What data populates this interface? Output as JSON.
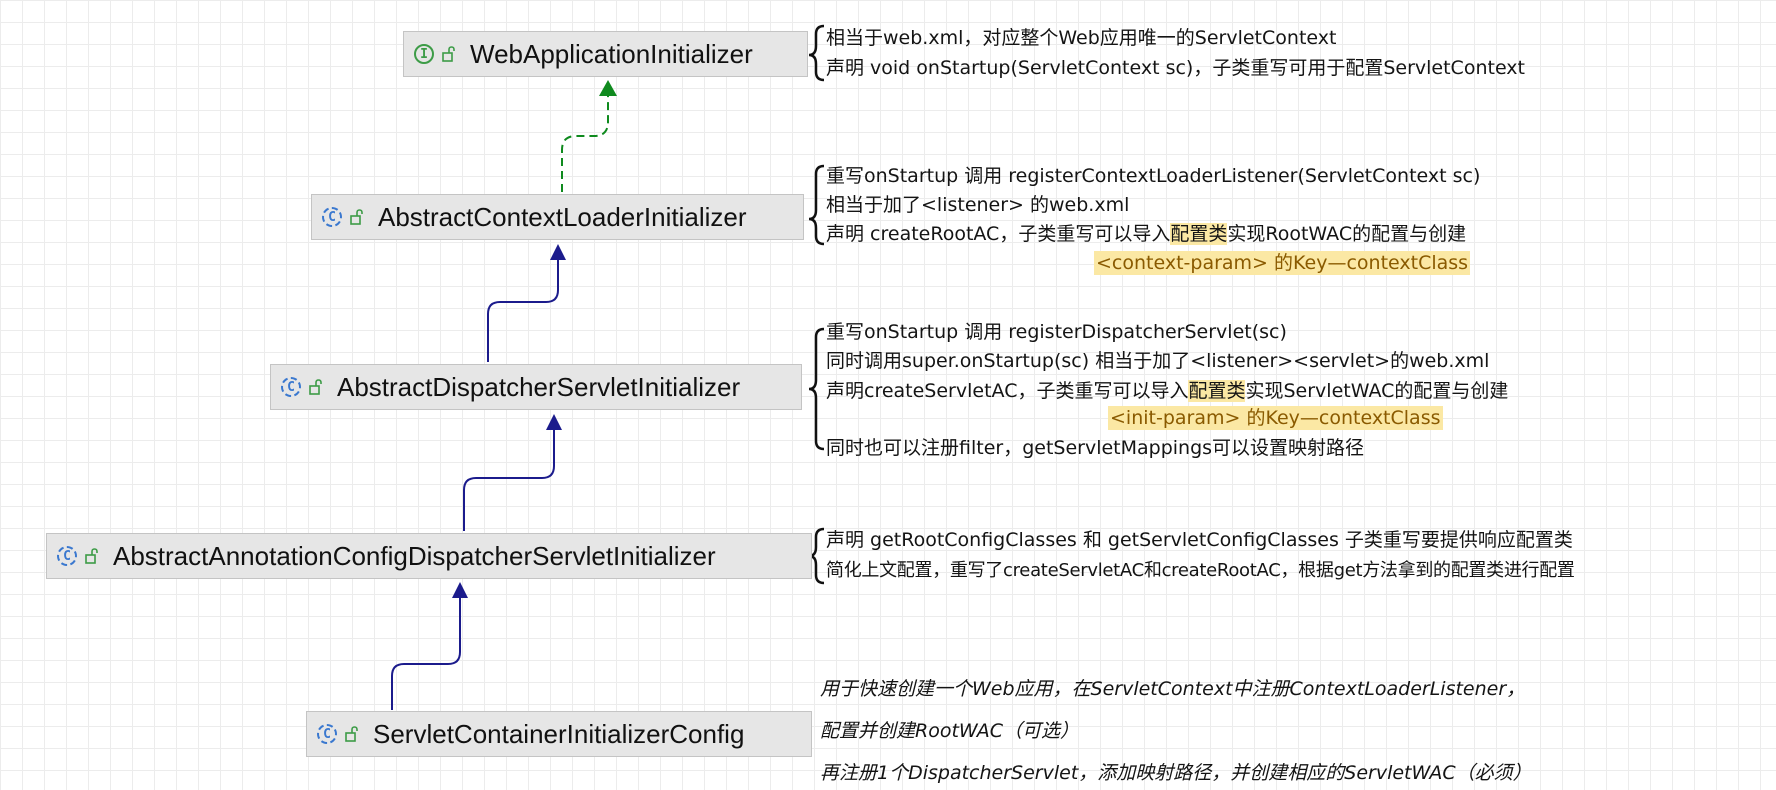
{
  "colors": {
    "implements_arrow": "#0f8a1e",
    "extends_arrow": "#1b1b8c",
    "interface_badge": "#3d9c47",
    "class_badge": "#3a78cf",
    "lock_icon": "#3d9c47",
    "highlight": "#fbe8a4"
  },
  "nodes": [
    {
      "name": "WebApplicationInitializer",
      "kind": "interface",
      "badge": "I",
      "visibility_icon": "open-lock-icon",
      "notes": [
        "相当于web.xml，对应整个Web应用唯一的ServletContext",
        "声明 void onStartup(ServletContext sc)，子类重写可用于配置ServletContext"
      ]
    },
    {
      "name": "AbstractContextLoaderInitializer",
      "kind": "class",
      "badge": "C",
      "visibility_icon": "open-lock-icon",
      "notes": [
        "重写onStartup 调用 registerContextLoaderListener(ServletContext sc)",
        "相当于加了<listener> 的web.xml"
      ],
      "note_with_highlight": {
        "before": "声明 createRootAC，子类重写可以导入",
        "highlight": "配置类",
        "after": "实现RootWAC的配置与创建"
      },
      "highlight_note": "<context-param> 的Key—contextClass"
    },
    {
      "name": "AbstractDispatcherServletInitializer",
      "kind": "class",
      "badge": "C",
      "visibility_icon": "open-lock-icon",
      "notes": [
        "重写onStartup 调用 registerDispatcherServlet(sc)",
        "同时调用super.onStartup(sc) 相当于加了<listener><servlet>的web.xml"
      ],
      "note_with_highlight": {
        "before": "声明createServletAC，子类重写可以导入",
        "highlight": "配置类",
        "after": "实现ServletWAC的配置与创建"
      },
      "highlight_note": "<init-param> 的Key—contextClass",
      "extra_note": "同时也可以注册filter，getServletMappings可以设置映射路径"
    },
    {
      "name": "AbstractAnnotationConfigDispatcherServletInitializer",
      "kind": "class",
      "badge": "C",
      "visibility_icon": "open-lock-icon",
      "notes": [
        "声明 getRootConfigClasses 和 getServletConfigClasses 子类重写要提供响应配置类",
        "简化上文配置，重写了createServletAC和createRootAC，根据get方法拿到的配置类进行配置"
      ]
    },
    {
      "name": "ServletContainerInitializerConfig",
      "kind": "class",
      "badge": "C",
      "visibility_icon": "open-lock-icon",
      "notes": [
        "用于快速创建一个Web应用，在ServletContext中注册ContextLoaderListener，",
        "配置并创建RootWAC（可选）",
        "再注册1个DispatcherServlet，添加映射路径，并创建相应的ServletWAC（必须）"
      ]
    }
  ]
}
